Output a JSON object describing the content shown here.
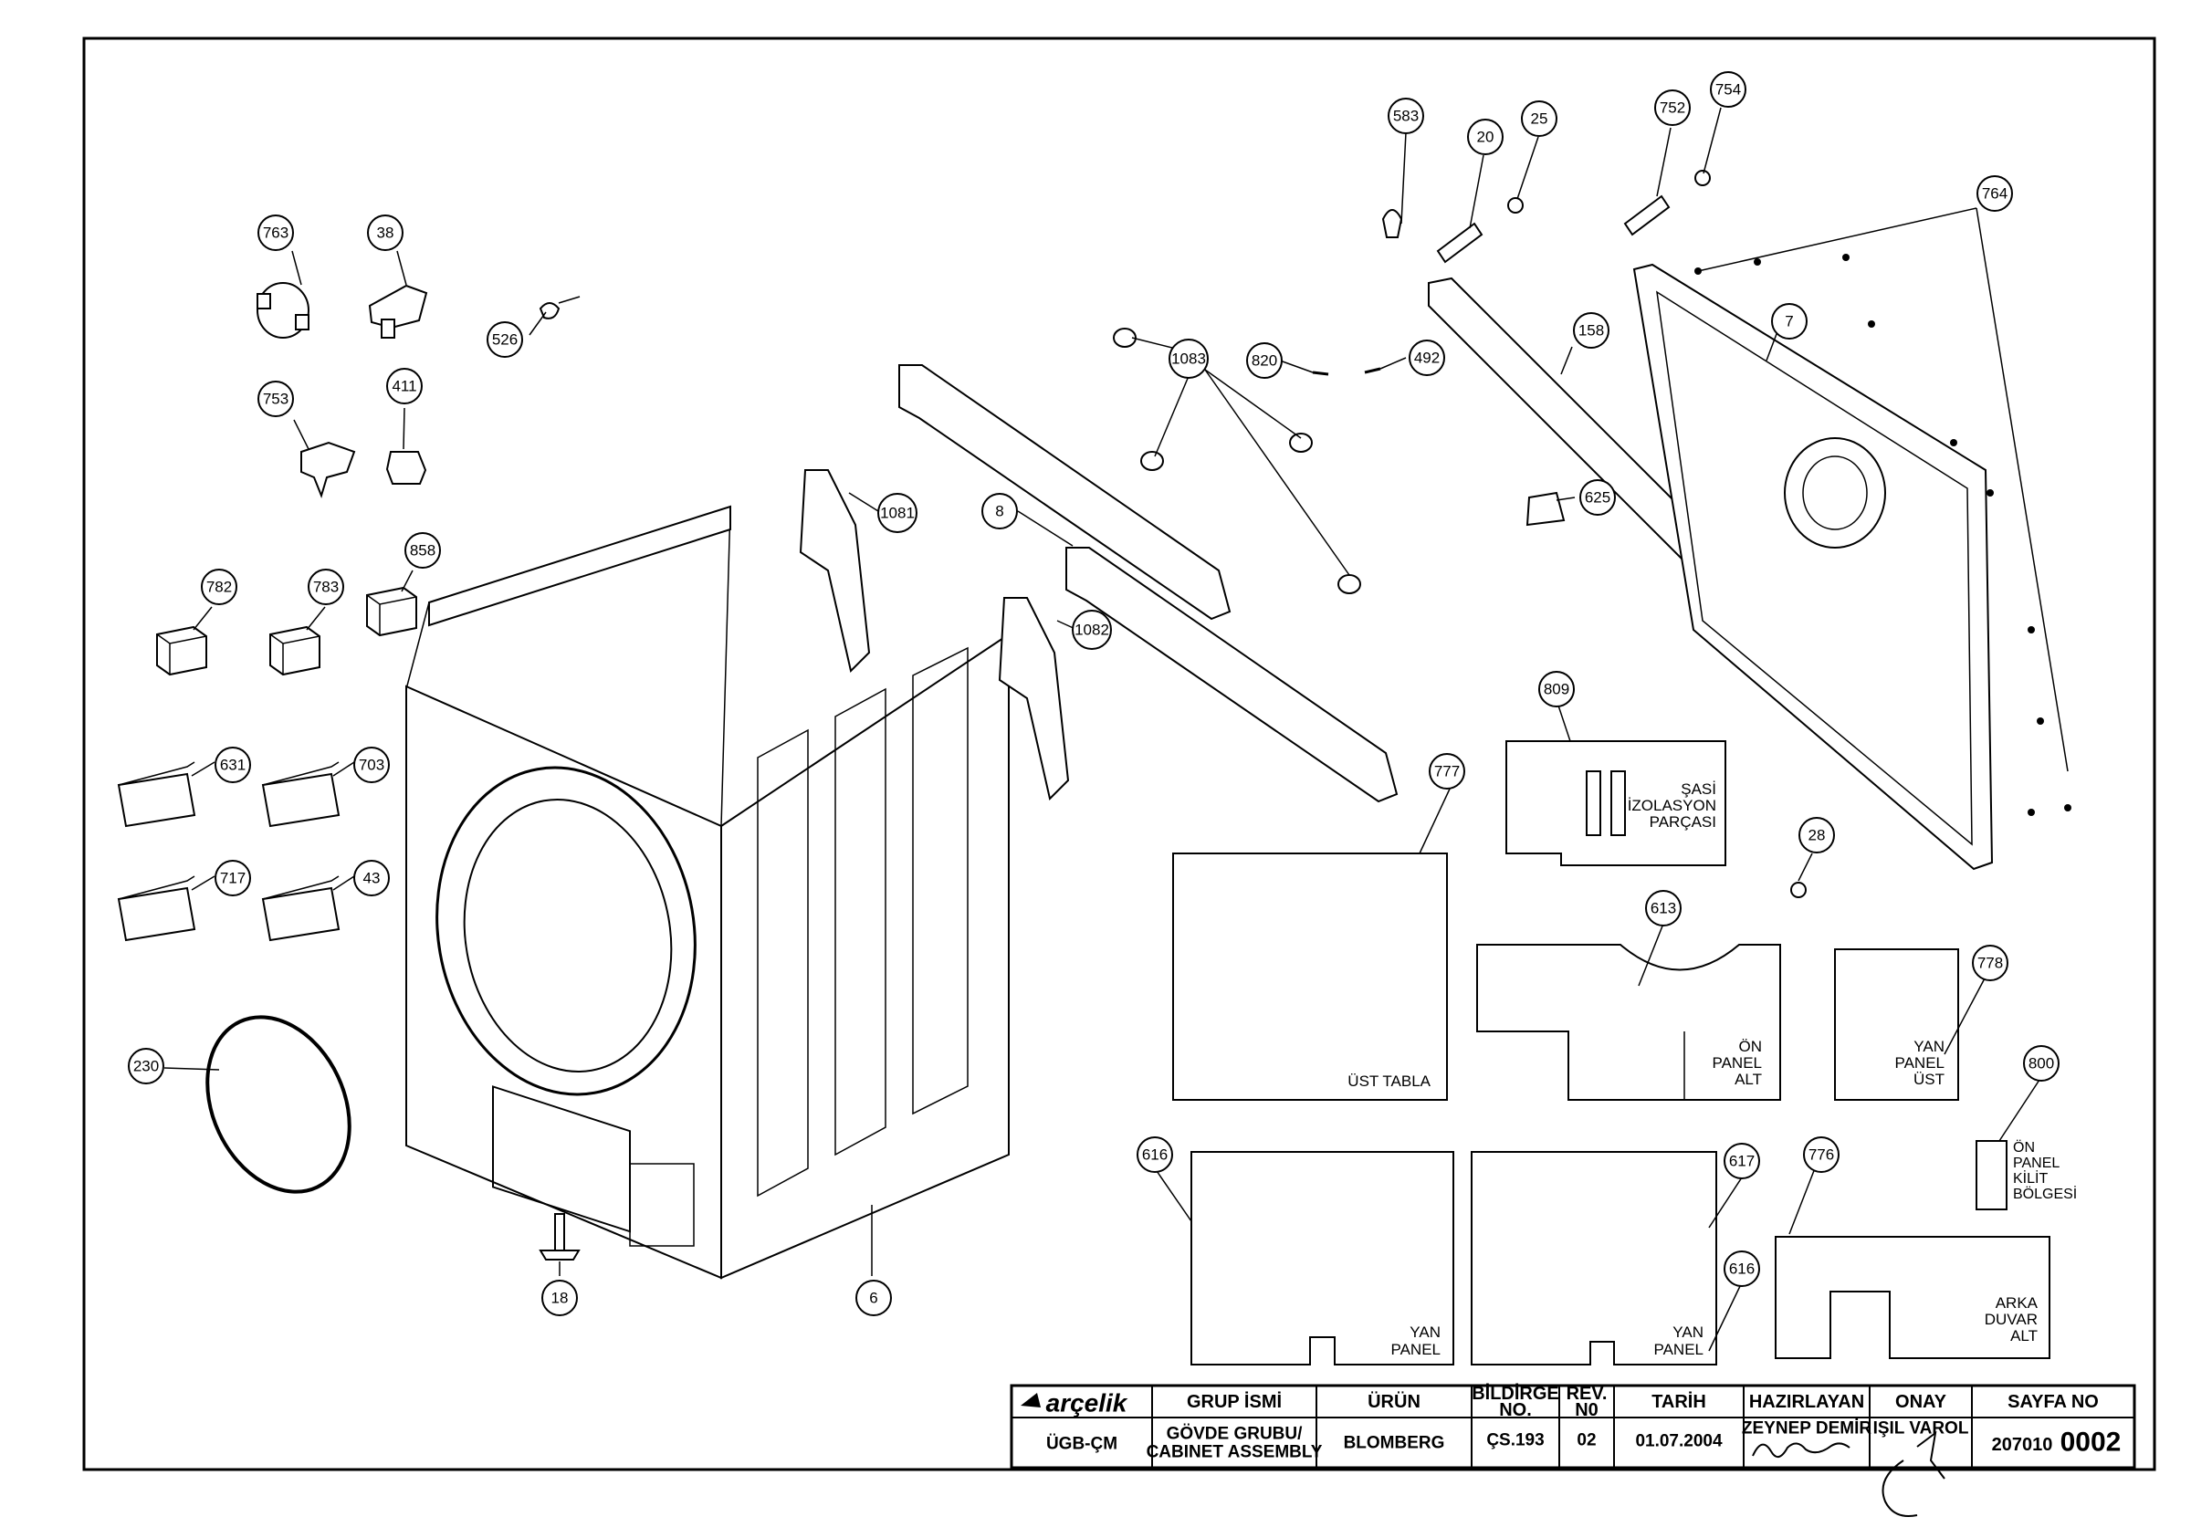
{
  "callouts": [
    {
      "id": "583"
    },
    {
      "id": "20"
    },
    {
      "id": "25"
    },
    {
      "id": "752"
    },
    {
      "id": "754"
    },
    {
      "id": "764"
    },
    {
      "id": "763"
    },
    {
      "id": "38"
    },
    {
      "id": "526"
    },
    {
      "id": "753"
    },
    {
      "id": "411"
    },
    {
      "id": "858"
    },
    {
      "id": "782"
    },
    {
      "id": "783"
    },
    {
      "id": "631"
    },
    {
      "id": "703"
    },
    {
      "id": "717"
    },
    {
      "id": "43"
    },
    {
      "id": "230"
    },
    {
      "id": "18"
    },
    {
      "id": "6"
    },
    {
      "id": "1081"
    },
    {
      "id": "1082"
    },
    {
      "id": "8"
    },
    {
      "id": "1083"
    },
    {
      "id": "820"
    },
    {
      "id": "492"
    },
    {
      "id": "158"
    },
    {
      "id": "625"
    },
    {
      "id": "7"
    },
    {
      "id": "809"
    },
    {
      "id": "777"
    },
    {
      "id": "28"
    },
    {
      "id": "613"
    },
    {
      "id": "778"
    },
    {
      "id": "800"
    },
    {
      "id": "616"
    },
    {
      "id": "617"
    },
    {
      "id": "616"
    },
    {
      "id": "776"
    }
  ],
  "panels": {
    "sasi": [
      "ŞASİ",
      "İZOLASYON",
      "PARÇASI"
    ],
    "ust_tabla": [
      "ÜST TABLA"
    ],
    "on_panel_alt": [
      "ÖN",
      "PANEL",
      "ALT"
    ],
    "yan_panel_ust": [
      "YAN",
      "PANEL",
      "ÜST"
    ],
    "on_panel_kilit": [
      "ÖN",
      "PANEL",
      "KİLİT",
      "BÖLGESİ"
    ],
    "yan_panel_left": [
      "YAN",
      "PANEL"
    ],
    "yan_panel_right": [
      "YAN",
      "PANEL"
    ],
    "arka_duvar_alt": [
      "ARKA",
      "DUVAR",
      "ALT"
    ]
  },
  "title_block": {
    "logo": "arçelik",
    "headers": {
      "grup_ismi": "GRUP İSMİ",
      "urun": "ÜRÜN",
      "bildirge_no": [
        "BİLDİRGE",
        "NO."
      ],
      "rev_no": [
        "REV.",
        "N0"
      ],
      "tarih": "TARİH",
      "hazirlayan": "HAZIRLAYAN",
      "onay": "ONAY",
      "sayfa_no": "SAYFA NO"
    },
    "values": {
      "code": "ÜGB-ÇM",
      "grup_ismi": [
        "GÖVDE GRUBU/",
        "CABINET ASSEMBLY"
      ],
      "urun": "BLOMBERG",
      "bildirge_no": "ÇS.193",
      "rev_no": "02",
      "tarih": "01.07.2004",
      "hazirlayan": "ZEYNEP DEMİR",
      "onay": "IŞIL VAROL",
      "sayfa_prefix": "207010",
      "sayfa_num": "0002"
    }
  }
}
